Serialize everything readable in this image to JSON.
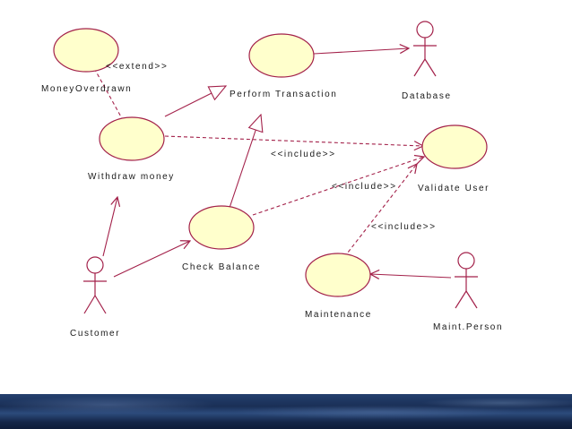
{
  "use_cases": {
    "money_overdrawn": "MoneyOverdrawn",
    "perform_transaction": "Perform Transaction",
    "withdraw_money": "Withdraw money",
    "check_balance": "Check Balance",
    "validate_user": "Validate User",
    "maintenance": "Maintenance"
  },
  "actors": {
    "database": "Database",
    "customer": "Customer",
    "maint_person": "Maint.Person"
  },
  "relations": {
    "extend": "<<extend>>",
    "include_1": "<<include>>",
    "include_2": "<<include>>",
    "include_3": "<<include>>"
  },
  "colors": {
    "stroke": "#a3214a",
    "use_case_fill": "#ffffcc"
  }
}
